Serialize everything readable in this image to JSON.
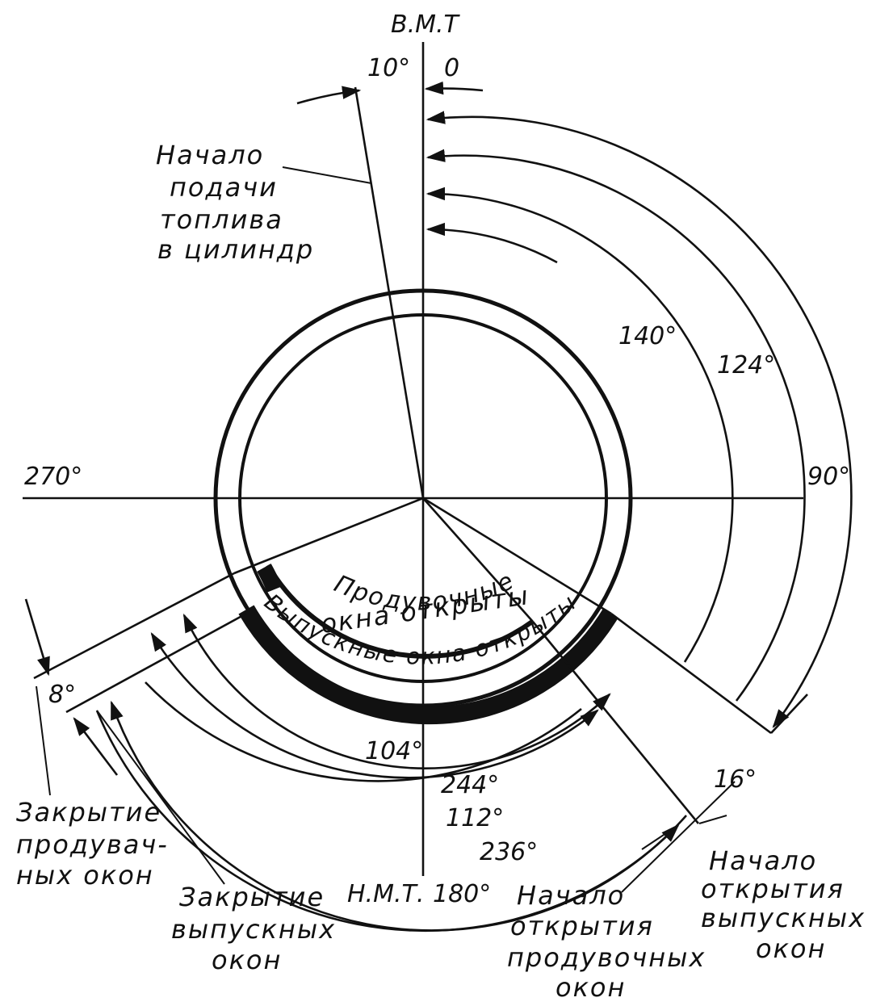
{
  "labels": {
    "tdc": "В.М.Т",
    "bdc": "Н.М.Т.",
    "deg_0": "0",
    "deg_10": "10°",
    "deg_90": "90°",
    "deg_180": "180°",
    "deg_270": "270°",
    "deg_140": "140°",
    "deg_124": "124°",
    "deg_104": "104°",
    "deg_244": "244°",
    "deg_112": "112°",
    "deg_236": "236°",
    "deg_8": "8°",
    "deg_16": "16°",
    "fuel_start": [
      "Начало",
      "подачи",
      "топлива",
      "в цилиндр"
    ],
    "scav_open_text": [
      "Продувочные",
      "окна открыты"
    ],
    "exh_open_text": "Выпускные окна открыты",
    "scav_close": [
      "Закрытие",
      "продувач-",
      "ных окон"
    ],
    "exh_close": [
      "Закрытие",
      "выпускных",
      "окон"
    ],
    "scav_open_start": [
      "Начало",
      "открытия",
      "продувочных",
      "окон"
    ],
    "exh_open_start": [
      "Начало",
      "открытия",
      "выпускных",
      "окон"
    ]
  },
  "colors": {
    "ink": "#111111",
    "paper": "#ffffff"
  }
}
